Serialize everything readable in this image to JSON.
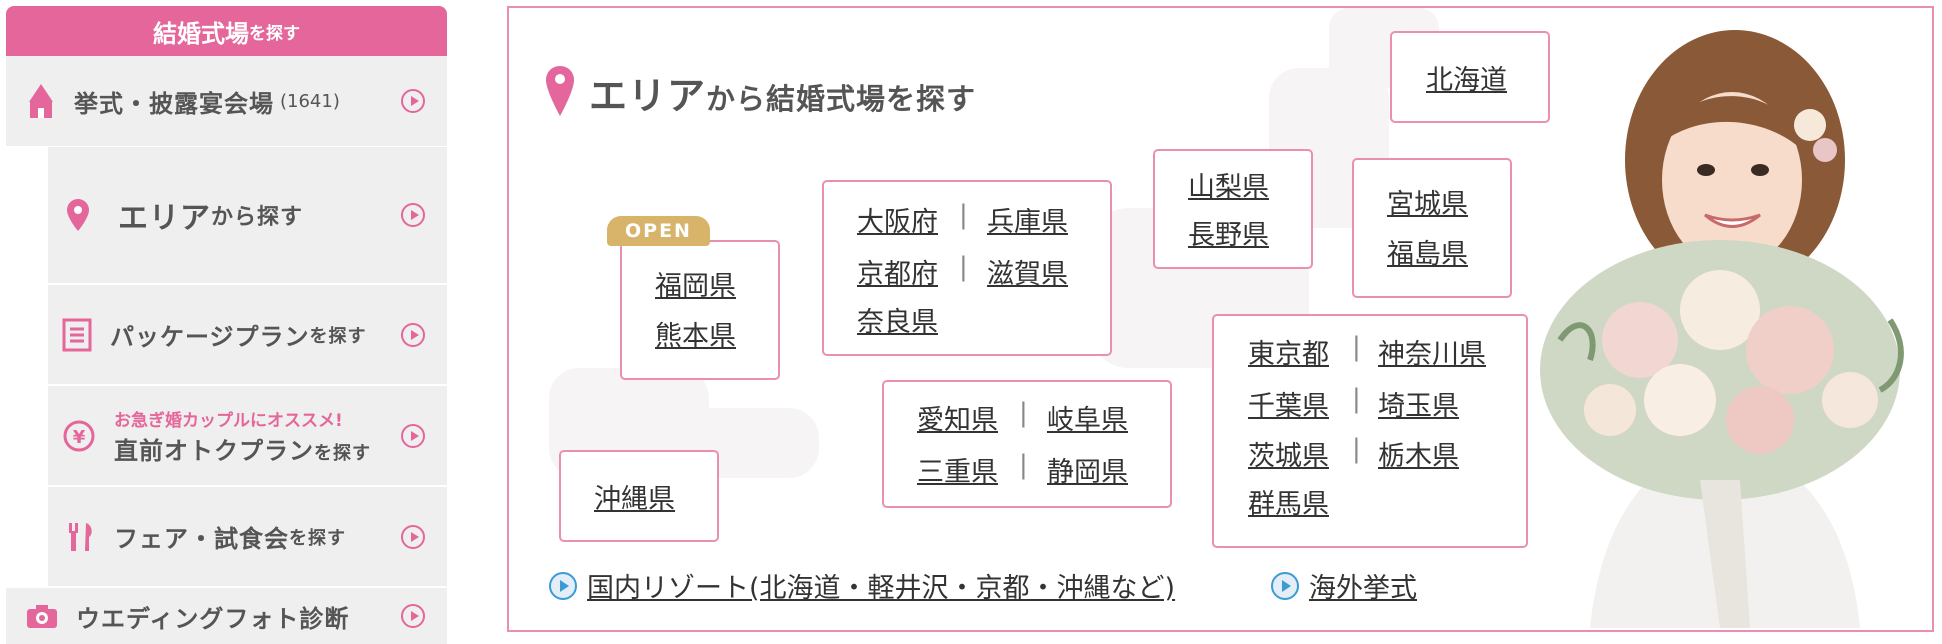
{
  "sidebar": {
    "header": {
      "main": "結婚式場",
      "small": "を探す"
    },
    "items": [
      {
        "icon": "chapel-icon",
        "label": "挙式・披露宴会場",
        "count": "(1641)"
      },
      {
        "icon": "location-pin-icon",
        "label_main": "エリア",
        "label_small": "から探す"
      },
      {
        "icon": "document-icon",
        "label_main": "パッケージプラン",
        "label_small": "を探す"
      },
      {
        "icon": "yen-icon",
        "line1": "お急ぎ婚カップルにオススメ!",
        "label_main": "直前オトクプラン",
        "label_small": "を探す"
      },
      {
        "icon": "fork-knife-icon",
        "label_main": "フェア・試食会",
        "label_small": "を探す"
      },
      {
        "icon": "camera-icon",
        "label": "ウエディングフォト診断"
      }
    ]
  },
  "main": {
    "title_main": "エリア",
    "title_small": "から",
    "title_rest": "結婚式場を探す",
    "open_badge": "OPEN",
    "regions": {
      "hokkaido": [
        "北海道"
      ],
      "tohoku": [
        "宮城県",
        "福島県"
      ],
      "koshinetsu": [
        "山梨県",
        "長野県"
      ],
      "kyushu": [
        "福岡県",
        "熊本県"
      ],
      "kansai": [
        "大阪府",
        "兵庫県",
        "京都府",
        "滋賀県",
        "奈良県"
      ],
      "tokai": [
        "愛知県",
        "岐阜県",
        "三重県",
        "静岡県"
      ],
      "kanto": [
        "東京都",
        "神奈川県",
        "千葉県",
        "埼玉県",
        "茨城県",
        "栃木県",
        "群馬県"
      ],
      "okinawa": [
        "沖縄県"
      ]
    },
    "separator": "|",
    "links": [
      {
        "label": "国内リゾート(北海道・軽井沢・京都・沖縄など)"
      },
      {
        "label": "海外挙式"
      }
    ]
  },
  "colors": {
    "accent": "#e4669a",
    "border": "#ea8fb2",
    "badge": "#d8b36a",
    "link_icon": "#3c9bd4"
  }
}
